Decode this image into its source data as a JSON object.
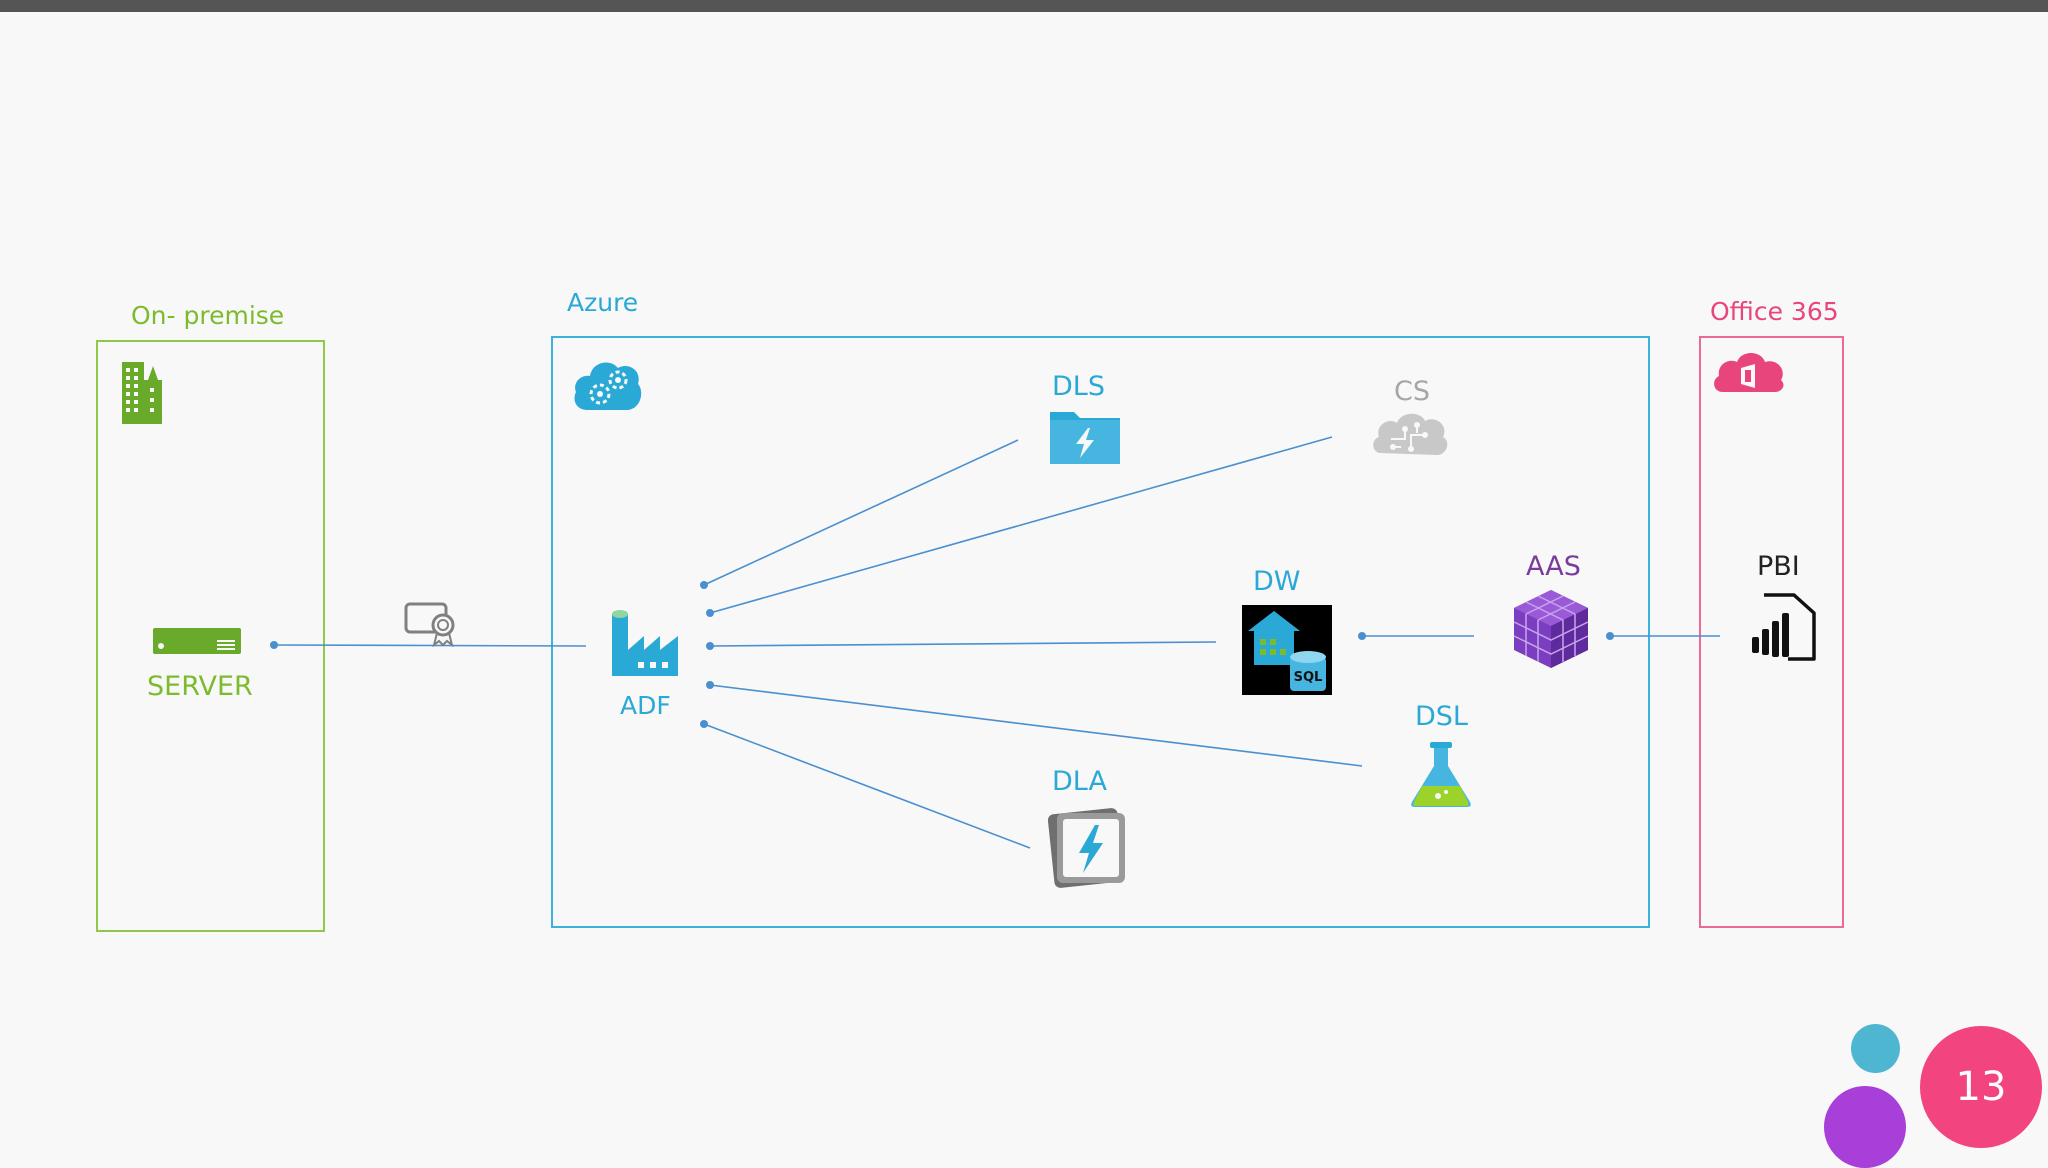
{
  "zones": {
    "onpremise": {
      "label": "On- premise",
      "color": "#7dbb2e"
    },
    "azure": {
      "label": "Azure",
      "color": "#2aa8d6"
    },
    "office365": {
      "label": "Office 365",
      "color": "#e8457c"
    }
  },
  "nodes": {
    "server": {
      "label": "SERVER",
      "color": "#7dbb2e",
      "icon": "server-icon"
    },
    "adf": {
      "label": "ADF",
      "color": "#2aa8d6",
      "icon": "factory-icon"
    },
    "dls": {
      "label": "DLS",
      "color": "#2aa8d6",
      "icon": "folder-lightning-icon"
    },
    "cs": {
      "label": "CS",
      "color": "#a6a6a6",
      "icon": "brain-icon"
    },
    "dw": {
      "label": "DW",
      "color": "#2aa8d6",
      "icon": "sql-warehouse-icon"
    },
    "aas": {
      "label": "AAS",
      "color": "#7a3b9c",
      "icon": "cube-icon"
    },
    "dsl": {
      "label": "DSL",
      "color": "#2aa8d6",
      "icon": "flask-icon"
    },
    "dla": {
      "label": "DLA",
      "color": "#2aa8d6",
      "icon": "lightning-icon"
    },
    "pbi": {
      "label": "PBI",
      "color": "#222222",
      "icon": "powerbi-icon"
    }
  },
  "page_number": "13",
  "colors": {
    "line": "#4a8fcf",
    "page_badge": "#f2457f",
    "dot_teal": "#4fb6d1",
    "dot_purple": "#a83fd9"
  }
}
